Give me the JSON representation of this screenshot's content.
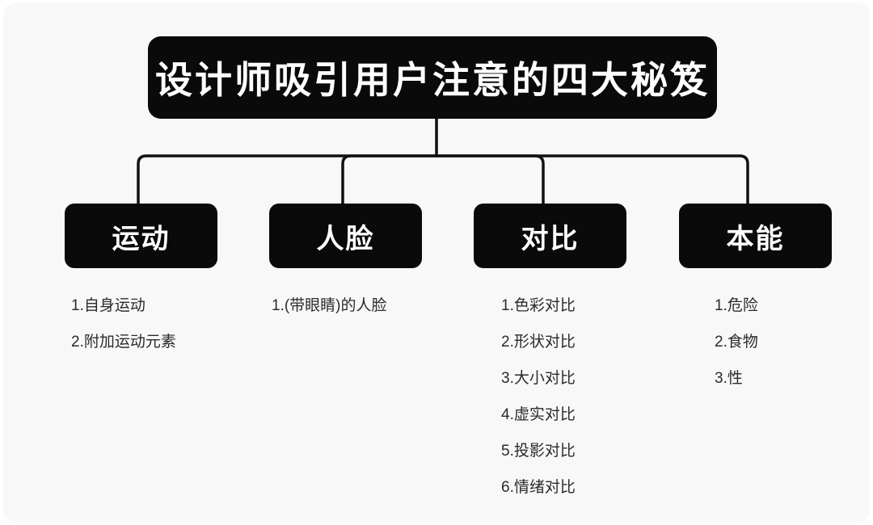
{
  "theme": {
    "canvas_bg": "#f8f8f8",
    "page_bg": "#ffffff",
    "node_fill": "#0a0a0a",
    "node_text": "#ffffff",
    "item_text": "#2b2b2b",
    "connector": "#111111"
  },
  "root": {
    "title": "设计师吸引用户注意的四大秘笈"
  },
  "branches": [
    {
      "label": "运动",
      "items": [
        "1.自身运动",
        "2.附加运动元素"
      ]
    },
    {
      "label": "人脸",
      "items": [
        "1.(带眼睛)的人脸"
      ]
    },
    {
      "label": "对比",
      "items": [
        "1.色彩对比",
        "2.形状对比",
        "3.大小对比",
        "4.虚实对比",
        "5.投影对比",
        "6.情绪对比"
      ]
    },
    {
      "label": "本能",
      "items": [
        "1.危险",
        "2.食物",
        "3.性"
      ]
    }
  ]
}
